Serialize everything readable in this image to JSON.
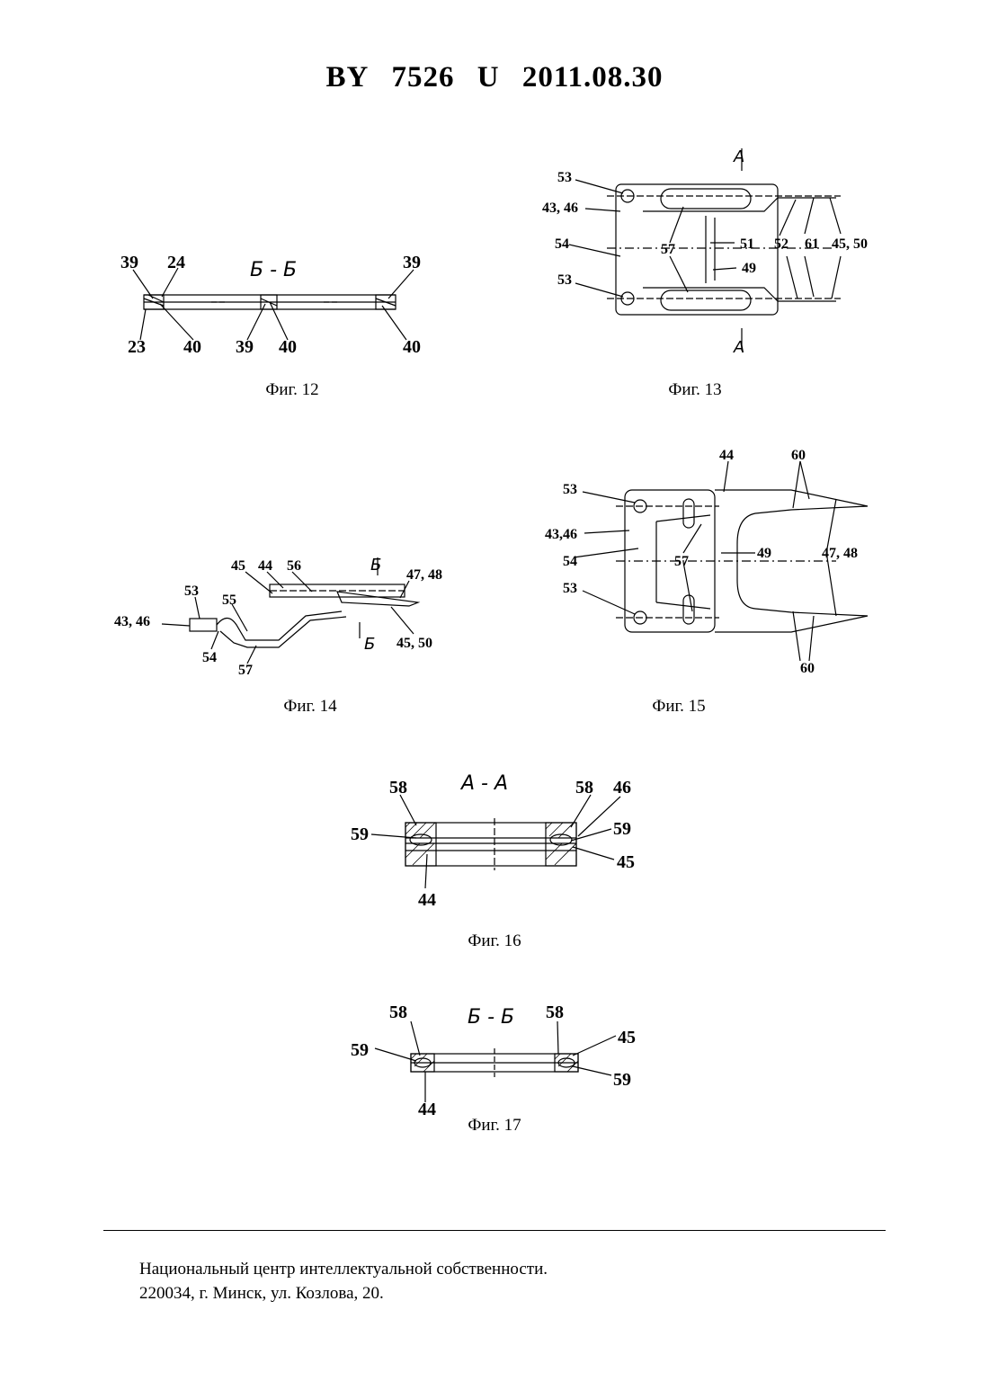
{
  "header": {
    "country": "BY",
    "number": "7526",
    "kind": "U",
    "date": "2011.08.30"
  },
  "figures": {
    "fig12": {
      "caption": "Фиг. 12",
      "section": "Б - Б",
      "labels": [
        "39",
        "24",
        "39",
        "23",
        "40",
        "39",
        "40",
        "40"
      ]
    },
    "fig13": {
      "caption": "Фиг. 13",
      "section_mark": "А",
      "labels": [
        "53",
        "43, 46",
        "54",
        "57",
        "51",
        "49",
        "52",
        "61",
        "45, 50",
        "53"
      ]
    },
    "fig14": {
      "caption": "Фиг. 14",
      "section_mark": "Б",
      "labels": [
        "45",
        "44",
        "56",
        "47, 48",
        "53",
        "55",
        "43, 46",
        "54",
        "57",
        "45, 50"
      ]
    },
    "fig15": {
      "caption": "Фиг. 15",
      "labels": [
        "44",
        "60",
        "53",
        "43,46",
        "54",
        "57",
        "49",
        "47, 48",
        "53",
        "60"
      ]
    },
    "fig16": {
      "caption": "Фиг. 16",
      "section": "А - А",
      "labels": [
        "58",
        "58",
        "46",
        "59",
        "59",
        "45",
        "44"
      ]
    },
    "fig17": {
      "caption": "Фиг. 17",
      "section": "Б - Б",
      "labels": [
        "58",
        "58",
        "45",
        "59",
        "59",
        "44"
      ]
    }
  },
  "footer": {
    "line1": "Национальный центр интеллектуальной собственности.",
    "line2": "220034, г. Минск, ул. Козлова, 20."
  }
}
